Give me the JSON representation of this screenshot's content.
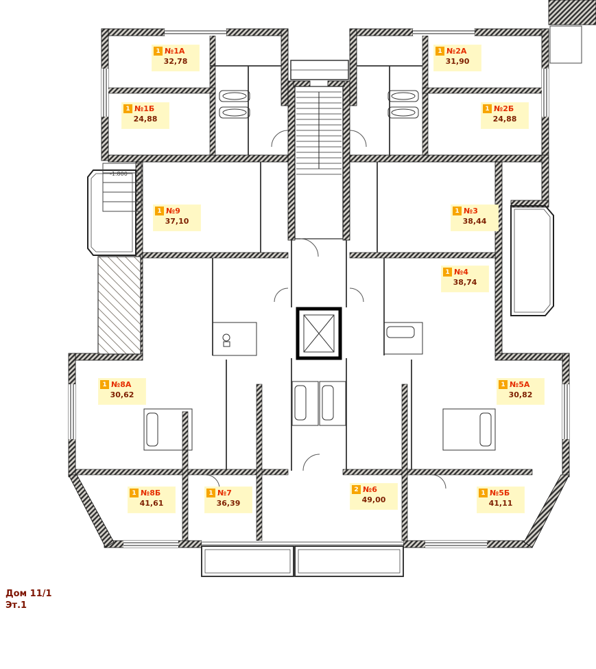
{
  "title": {
    "line1": "Дом 11/1",
    "line2": "Эт.1"
  },
  "level_mark": "-1.800",
  "apartments": [
    {
      "rooms": "1",
      "number": "№1А",
      "area": "32,78"
    },
    {
      "rooms": "1",
      "number": "№2А",
      "area": "31,90"
    },
    {
      "rooms": "1",
      "number": "№1Б",
      "area": "24,88"
    },
    {
      "rooms": "1",
      "number": "№2Б",
      "area": "24,88"
    },
    {
      "rooms": "1",
      "number": "№9",
      "area": "37,10"
    },
    {
      "rooms": "1",
      "number": "№3",
      "area": "38,44"
    },
    {
      "rooms": "1",
      "number": "№4",
      "area": "38,74"
    },
    {
      "rooms": "1",
      "number": "№8А",
      "area": "30,62"
    },
    {
      "rooms": "1",
      "number": "№5А",
      "area": "30,82"
    },
    {
      "rooms": "1",
      "number": "№8Б",
      "area": "41,61"
    },
    {
      "rooms": "1",
      "number": "№7",
      "area": "36,39"
    },
    {
      "rooms": "2",
      "number": "№6",
      "area": "49,00"
    },
    {
      "rooms": "1",
      "number": "№5Б",
      "area": "41,11"
    }
  ],
  "colors": {
    "label_bg": "#FFF8C4",
    "room_badge": "#F7A500",
    "apartment_number": "#E52E00",
    "apartment_area": "#7D1F00",
    "title_text": "#7D1400"
  }
}
